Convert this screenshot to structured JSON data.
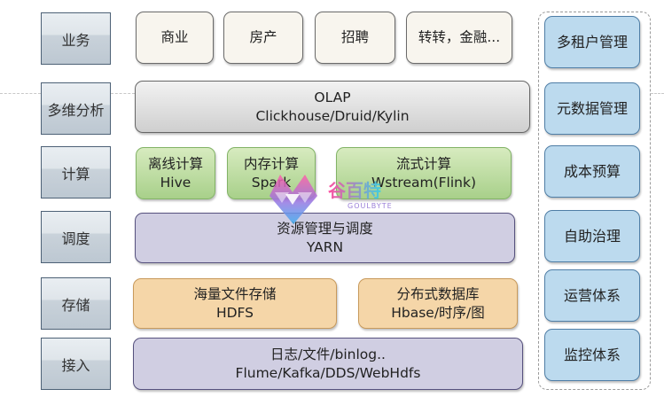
{
  "layers": [
    {
      "id": "business",
      "label": "业务"
    },
    {
      "id": "olap",
      "label": "多维分析"
    },
    {
      "id": "compute",
      "label": "计算"
    },
    {
      "id": "schedule",
      "label": "调度"
    },
    {
      "id": "storage",
      "label": "存储"
    },
    {
      "id": "ingest",
      "label": "接入"
    }
  ],
  "business": [
    {
      "label": "商业"
    },
    {
      "label": "房产"
    },
    {
      "label": "招聘"
    },
    {
      "label": "转转，金融..."
    }
  ],
  "olap": {
    "line1": "OLAP",
    "line2": "Clickhouse/Druid/Kylin"
  },
  "compute": [
    {
      "line1": "离线计算",
      "line2": "Hive"
    },
    {
      "line1": "内存计算",
      "line2": "Spark"
    },
    {
      "line1": "流式计算",
      "line2": "Wstream(Flink)"
    }
  ],
  "schedule": {
    "line1": "资源管理与调度",
    "line2": "YARN"
  },
  "storage": [
    {
      "line1": "海量文件存储",
      "line2": "HDFS"
    },
    {
      "line1": "分布式数据库",
      "line2": "Hbase/时序/图"
    }
  ],
  "ingest": {
    "line1": "日志/文件/binlog..",
    "line2": "Flume/Kafka/DDS/WebHdfs"
  },
  "side": [
    {
      "label": "多租户管理"
    },
    {
      "label": "元数据管理"
    },
    {
      "label": "成本预算"
    },
    {
      "label": "自助治理"
    },
    {
      "label": "运营体系"
    },
    {
      "label": "监控体系"
    }
  ],
  "watermark": {
    "logo_text": "谷百特",
    "sub_text": "GOULBYTE"
  },
  "colors": {
    "business": "#f8f5ee",
    "olap": "#dcdcdc",
    "compute": "#b8d99c",
    "purple": "#d0cee2",
    "orange": "#f5d6a8",
    "side": "#bcdaee",
    "label": "#c9d2da"
  }
}
